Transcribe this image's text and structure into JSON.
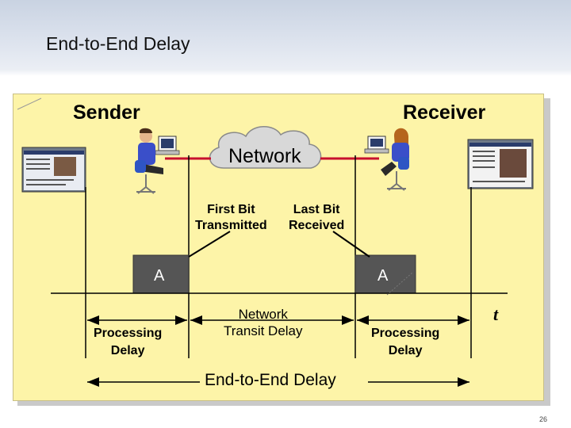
{
  "slide": {
    "title": "End-to-End Delay",
    "page_number": "26"
  },
  "diagram": {
    "sender_label": "Sender",
    "receiver_label": "Receiver",
    "network_label": "Network",
    "first_bit": [
      "First Bit",
      "Transmitted"
    ],
    "last_bit": [
      "Last Bit",
      "Received"
    ],
    "packet_label_left": "A",
    "packet_label_right": "A",
    "processing_left": [
      "Processing",
      "Delay"
    ],
    "transit": [
      "Network",
      "Transit Delay"
    ],
    "processing_right": [
      "Processing",
      "Delay"
    ],
    "time_axis_label": "t",
    "end_to_end": "End-to-End Delay"
  },
  "colors": {
    "panel": "#fdf4a8",
    "network_cloud": "#d8d8d8",
    "link_line": "#c8102e",
    "packet_box": "#555555",
    "monitor_screen": "#2a3c6b",
    "person_shirt": "#3a4fc9"
  }
}
